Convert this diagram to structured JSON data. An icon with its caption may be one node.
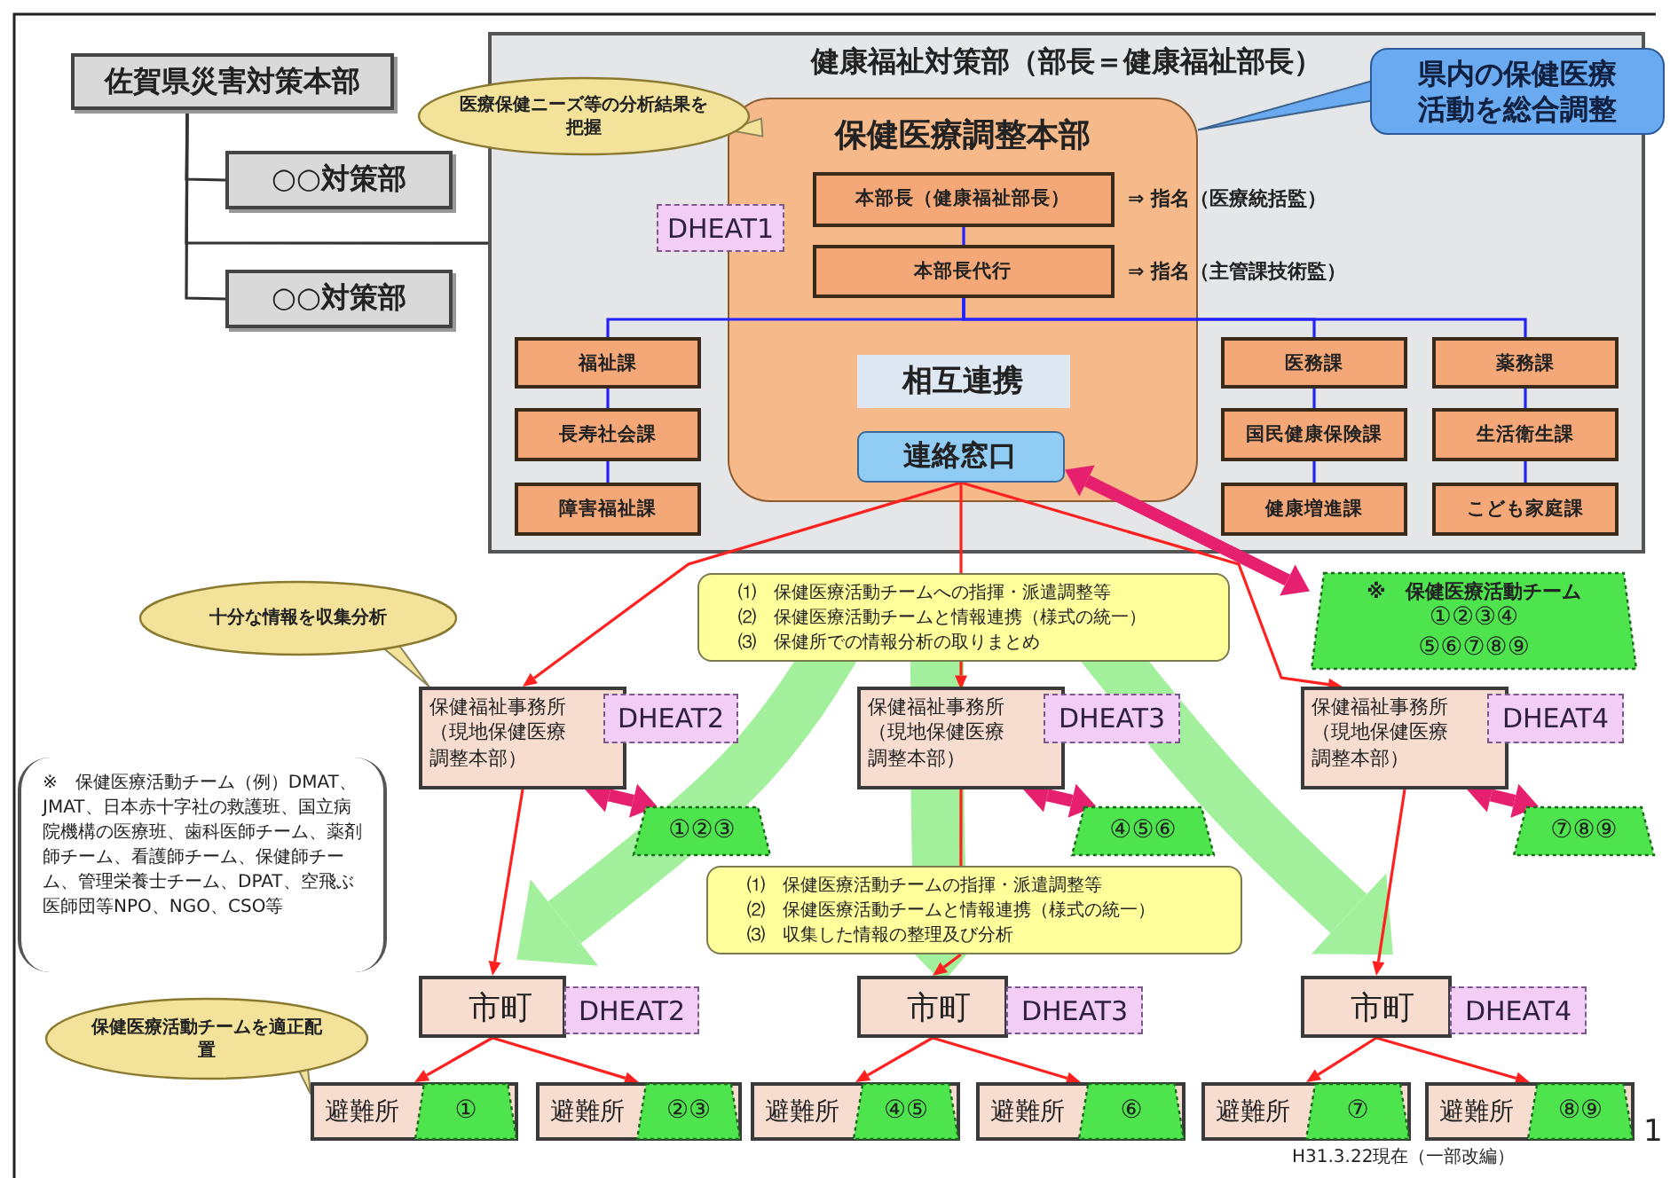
{
  "diagram": {
    "nodes": [
      {
        "text": [
          "佐賀県災害対策本部"
        ]
      },
      {
        "text": [
          "○○対策部"
        ]
      },
      {
        "text": [
          "○○対策部"
        ]
      },
      {
        "text": [
          "健康福祉対策部（部長＝健康福祉部長）"
        ]
      },
      {
        "text": [
          "医療保健ニーズ等の分析結果を把握"
        ]
      },
      {
        "text": [
          "県内の保健医療活動を総合調整"
        ]
      },
      {
        "text": [
          "保健医療調整本部"
        ],
        "in": 3
      },
      {
        "text": [
          "本部長（健康福祉部長）"
        ],
        "in": 6,
        "beside": [
          "⇒ 指名（医療統括監）"
        ]
      },
      {
        "text": [
          "本部長代行"
        ],
        "in": 6,
        "beside": [
          "⇒ 指名（主管課技術監）"
        ]
      },
      {
        "text": [
          "DHEAT1"
        ],
        "in": 3
      },
      {
        "text": [
          "相互連携"
        ],
        "in": 6
      },
      {
        "text": [
          "連絡窓口"
        ],
        "in": 6
      },
      {
        "text": [
          "福祉課"
        ],
        "in": 3
      },
      {
        "text": [
          "長寿社会課"
        ],
        "in": 3
      },
      {
        "text": [
          "障害福祉課"
        ],
        "in": 3
      },
      {
        "text": [
          "医務課"
        ],
        "in": 3
      },
      {
        "text": [
          "国民健康保険課"
        ],
        "in": 3
      },
      {
        "text": [
          "健康増進課"
        ],
        "in": 3
      },
      {
        "text": [
          "薬務課"
        ],
        "in": 3
      },
      {
        "text": [
          "生活衛生課"
        ],
        "in": 3
      },
      {
        "text": [
          "こども家庭課"
        ],
        "in": 3
      },
      {
        "text": [
          "十分な情報を収集分析"
        ]
      },
      {
        "text": [
          "⑴　保健医療活動チームへの指揮・派遣調整等",
          "⑵　保健医療活動チームと情報連携（様式の統一）",
          "⑶　保健所での情報分析の取りまとめ"
        ]
      },
      {
        "text": [
          "※　保健医療活動チーム",
          "①②③④ ⑤⑥⑦⑧⑨"
        ]
      },
      {
        "text": [
          "保健福祉事務所（現地保健医療調整本部）"
        ]
      },
      {
        "text": [
          "DHEAT2"
        ]
      },
      {
        "text": [
          "①②③"
        ]
      },
      {
        "text": [
          "保健福祉事務所（現地保健医療調整本部）"
        ]
      },
      {
        "text": [
          "DHEAT3"
        ]
      },
      {
        "text": [
          "④⑤⑥"
        ]
      },
      {
        "text": [
          "保健福祉事務所（現地保健医療調整本部）"
        ]
      },
      {
        "text": [
          "DHEAT4"
        ]
      },
      {
        "text": [
          "⑦⑧⑨"
        ]
      },
      {
        "text": [
          "※　保健医療活動チーム（例）DMAT、JMAT、日本赤十字社の救護班、国立病院機構の医療班、歯科医師チーム、薬剤師チーム、看護師チーム、保健師チーム、管理栄養士チーム、DPAT、空飛ぶ医師団等NPO、NGO、CSO等"
        ]
      },
      {
        "text": [
          "⑴　保健医療活動チームの指揮・派遣調整等",
          "⑵　保健医療活動チームと情報連携（様式の統一）",
          "⑶　収集した情報の整理及び分析"
        ]
      },
      {
        "text": [
          "保健医療活動チームを適正配置"
        ]
      },
      {
        "text": [
          "市町"
        ]
      },
      {
        "text": [
          "DHEAT2"
        ]
      },
      {
        "text": [
          "市町"
        ]
      },
      {
        "text": [
          "DHEAT3"
        ]
      },
      {
        "text": [
          "市町"
        ]
      },
      {
        "text": [
          "DHEAT4"
        ]
      },
      {
        "text": [
          "避難所"
        ]
      },
      {
        "text": [
          "①"
        ],
        "in": 42
      },
      {
        "text": [
          "避難所"
        ]
      },
      {
        "text": [
          "②③"
        ],
        "in": 44
      },
      {
        "text": [
          "避難所"
        ]
      },
      {
        "text": [
          "④⑤"
        ],
        "in": 46
      },
      {
        "text": [
          "避難所"
        ]
      },
      {
        "text": [
          "⑥"
        ],
        "in": 48
      },
      {
        "text": [
          "避難所"
        ]
      },
      {
        "text": [
          "⑦"
        ],
        "in": 50
      },
      {
        "text": [
          "避難所"
        ]
      },
      {
        "text": [
          "⑧⑨"
        ],
        "in": 52
      }
    ],
    "edges": [
      {
        "from": 0,
        "to": 1,
        "arrow": "none",
        "color": "#333333"
      },
      {
        "from": 0,
        "to": 2,
        "arrow": "none",
        "color": "#333333"
      },
      {
        "from": 0,
        "to": 3,
        "arrow": "none",
        "color": "#333333"
      },
      {
        "from": 7,
        "to": 8,
        "arrow": "none",
        "color": "#2222ff"
      },
      {
        "from": 8,
        "to": 12,
        "arrow": "none",
        "color": "#2222ff"
      },
      {
        "from": 8,
        "to": 15,
        "arrow": "none",
        "color": "#2222ff"
      },
      {
        "from": 8,
        "to": 18,
        "arrow": "none",
        "color": "#2222ff"
      },
      {
        "from": 12,
        "to": 13,
        "arrow": "none",
        "color": "#2222ff"
      },
      {
        "from": 13,
        "to": 14,
        "arrow": "none",
        "color": "#2222ff"
      },
      {
        "from": 15,
        "to": 16,
        "arrow": "none",
        "color": "#2222ff"
      },
      {
        "from": 16,
        "to": 17,
        "arrow": "none",
        "color": "#2222ff"
      },
      {
        "from": 18,
        "to": 19,
        "arrow": "none",
        "color": "#2222ff"
      },
      {
        "from": 19,
        "to": 20,
        "arrow": "none",
        "color": "#2222ff"
      },
      {
        "from": 11,
        "to": 24,
        "arrow": "to"
      },
      {
        "from": 11,
        "to": 22,
        "arrow": "none"
      },
      {
        "from": 22,
        "to": 27,
        "arrow": "to"
      },
      {
        "from": 11,
        "to": 30,
        "arrow": "to"
      },
      {
        "from": 23,
        "to": 11,
        "arrow": "both",
        "style": "thick",
        "color": "#e6206e"
      },
      {
        "from": 24,
        "to": 26,
        "arrow": "both",
        "style": "thick",
        "color": "#e6206e"
      },
      {
        "from": 27,
        "to": 29,
        "arrow": "both",
        "style": "thick",
        "color": "#e6206e"
      },
      {
        "from": 30,
        "to": 32,
        "arrow": "both",
        "style": "thick",
        "color": "#e6206e"
      },
      {
        "from": 24,
        "to": 36,
        "arrow": "to"
      },
      {
        "from": 27,
        "to": 34,
        "arrow": "none"
      },
      {
        "from": 34,
        "to": 38,
        "arrow": "to"
      },
      {
        "from": 30,
        "to": 40,
        "arrow": "to"
      },
      {
        "from": 36,
        "to": 42,
        "arrow": "to"
      },
      {
        "from": 36,
        "to": 44,
        "arrow": "to"
      },
      {
        "from": 38,
        "to": 46,
        "arrow": "to"
      },
      {
        "from": 38,
        "to": 48,
        "arrow": "to"
      },
      {
        "from": 40,
        "to": 50,
        "arrow": "to"
      },
      {
        "from": 40,
        "to": 52,
        "arrow": "to"
      },
      {
        "from": 4,
        "to": 6,
        "arrow": "none",
        "color": "#f2e29a"
      },
      {
        "from": 5,
        "to": 6,
        "arrow": "none",
        "color": "#6aaaf0"
      },
      {
        "from": 21,
        "to": 24,
        "arrow": "none",
        "color": "#f2e29a"
      },
      {
        "from": 35,
        "to": 42,
        "arrow": "none",
        "color": "#f2e29a"
      }
    ],
    "labels": [
      "H31.3.22現在（一部改編）",
      "1"
    ]
  }
}
